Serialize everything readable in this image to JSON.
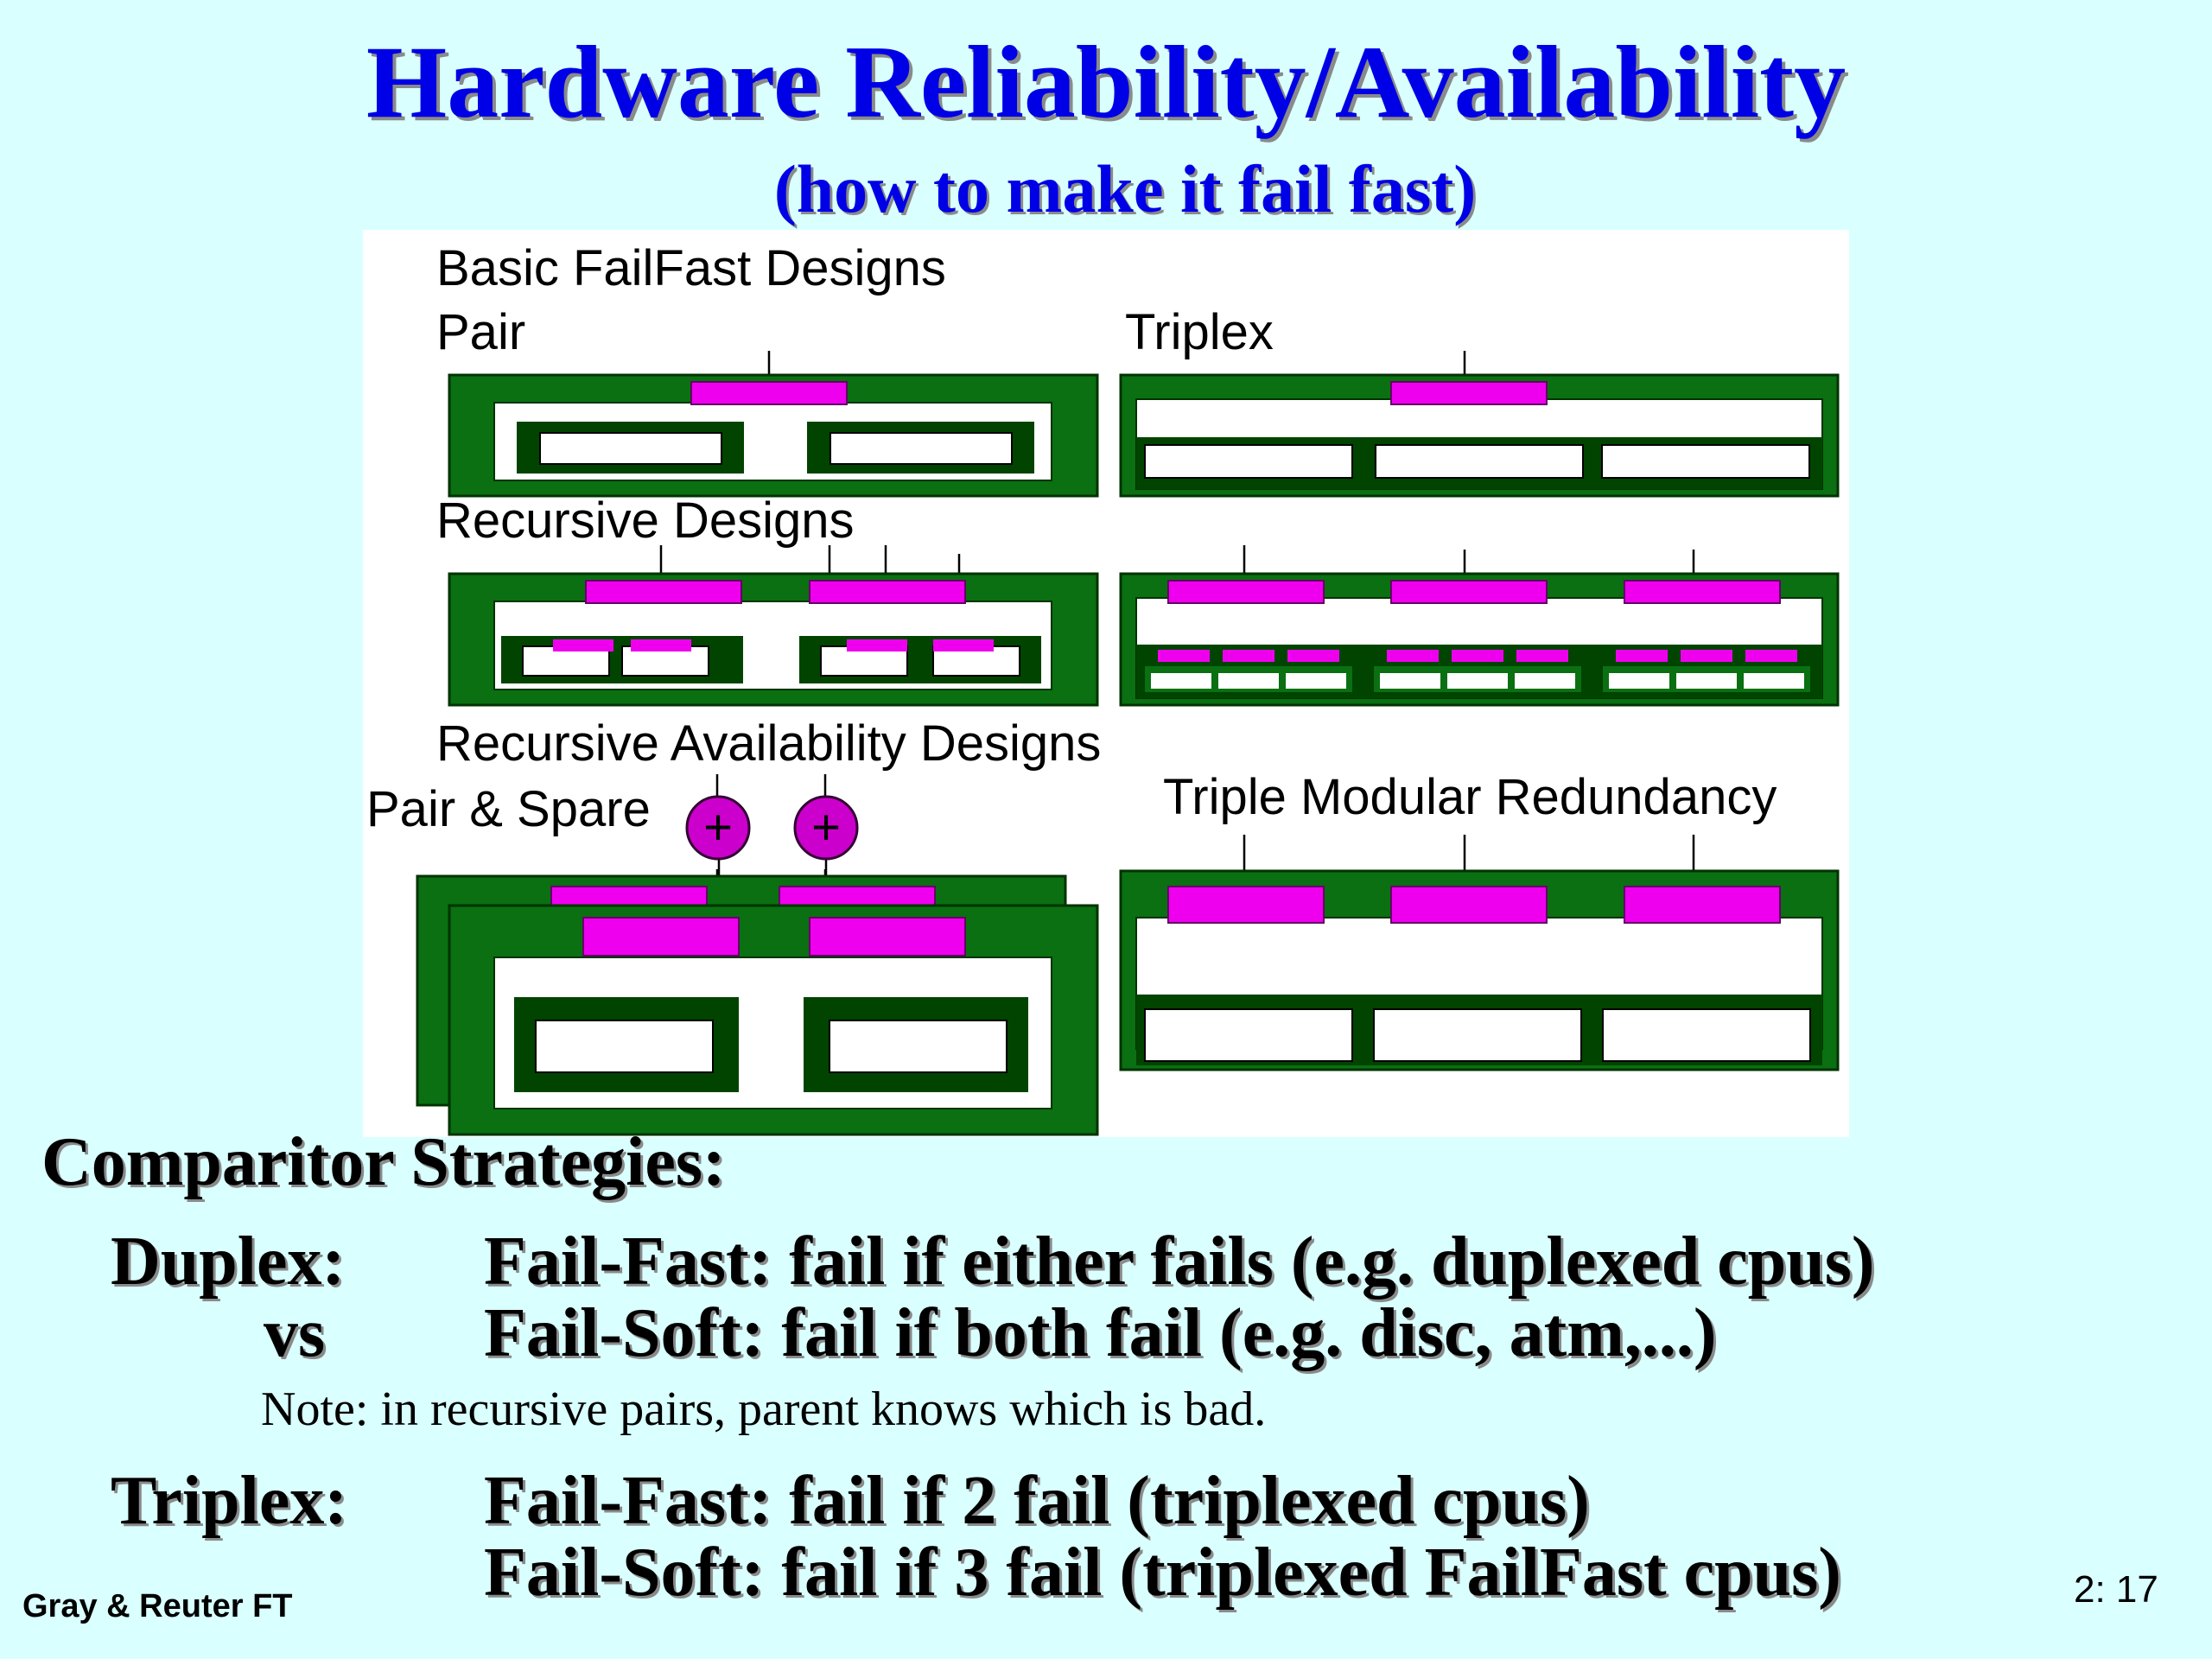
{
  "title": "Hardware Reliability/Availability",
  "subtitle": "(how to make it fail fast)",
  "diagram": {
    "basic_heading": "Basic FailFast Designs",
    "pair_label": "Pair",
    "triplex_label": "Triplex",
    "recursive_heading": "Recursive Designs",
    "availability_heading": "Recursive Availability Designs",
    "pair_spare_label": "Pair & Spare",
    "tmr_label": "Triple Modular Redundancy",
    "adder_symbol": "+"
  },
  "strategies": {
    "heading": "Comparitor Strategies:",
    "duplex_label": "Duplex:",
    "vs_label": "vs",
    "duplex_line1": "Fail-Fast: fail if either fails (e.g. duplexed cpus)",
    "duplex_line2": "Fail-Soft: fail if both fail (e.g. disc, atm,...)",
    "note": "Note: in recursive pairs, parent knows which is bad.",
    "triplex_label": "Triplex:",
    "triplex_line1": "Fail-Fast: fail if 2 fail (triplexed cpus)",
    "triplex_line2": "Fail-Soft: fail if 3 fail (triplexed FailFast cpus)"
  },
  "footer": {
    "left": "Gray & Reuter  FT",
    "right": "2: 17"
  },
  "colors": {
    "background": "#d9ffff",
    "title": "#0000e6",
    "module_green": "#0a7012",
    "module_dark": "#004400",
    "comparator": "#ee00ee"
  }
}
